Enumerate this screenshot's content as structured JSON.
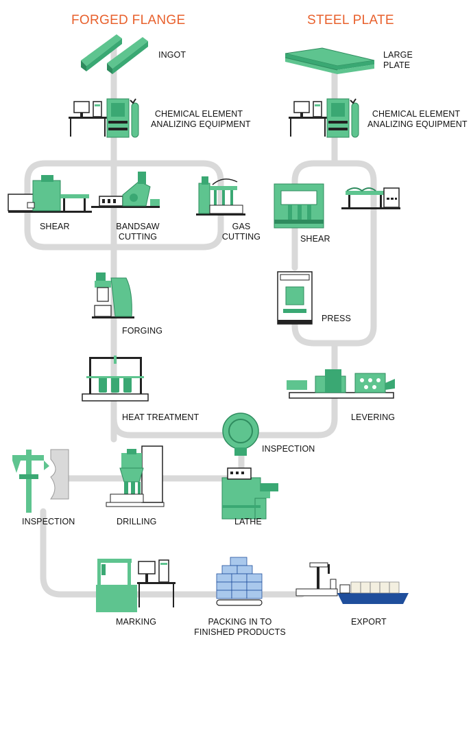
{
  "titles": {
    "left": "FORGED FLANGE",
    "right": "STEEL PLATE"
  },
  "labels": {
    "ingot": "INGOT",
    "large_plate": "LARGE\nPLATE",
    "chem_left": "CHEMICAL ELEMENT\nANALIZING EQUIPMENT",
    "chem_right": "CHEMICAL ELEMENT\nANALIZING EQUIPMENT",
    "shear_left": "SHEAR",
    "bandsaw": "BANDSAW\nCUTTING",
    "gas": "GAS\nCUTTING",
    "shear_right": "SHEAR",
    "press": "PRESS",
    "forging": "FORGING",
    "heat": "HEAT TREATMENT",
    "levering": "LEVERING",
    "inspection_center": "INSPECTION",
    "inspection_left": "INSPECTION",
    "drilling": "DRILLING",
    "lathe": "LATHE",
    "marking": "MARKING",
    "packing": "PACKING IN TO\nFINISHED PRODUCTS",
    "export": "EXPORT"
  },
  "colors": {
    "accent": "#e8602c",
    "machine_green": "#5ec48f",
    "machine_dark": "#2e8b5e",
    "flow_line": "#d9d9d9",
    "pack_blue": "#a9c8ec",
    "ship_blue": "#1f4e9c"
  },
  "icons": [
    "ingot-icon",
    "large-plate-icon",
    "analyzer-icon",
    "shear-machine-icon",
    "bandsaw-icon",
    "gas-cutter-icon",
    "plate-shear-icon",
    "plate-cutter-icon",
    "press-icon",
    "forging-hammer-icon",
    "heat-furnace-icon",
    "leveler-icon",
    "inspection-ring-icon",
    "caliper-icon",
    "drill-press-icon",
    "lathe-icon",
    "marking-machine-icon",
    "packed-goods-icon",
    "ship-icon"
  ]
}
